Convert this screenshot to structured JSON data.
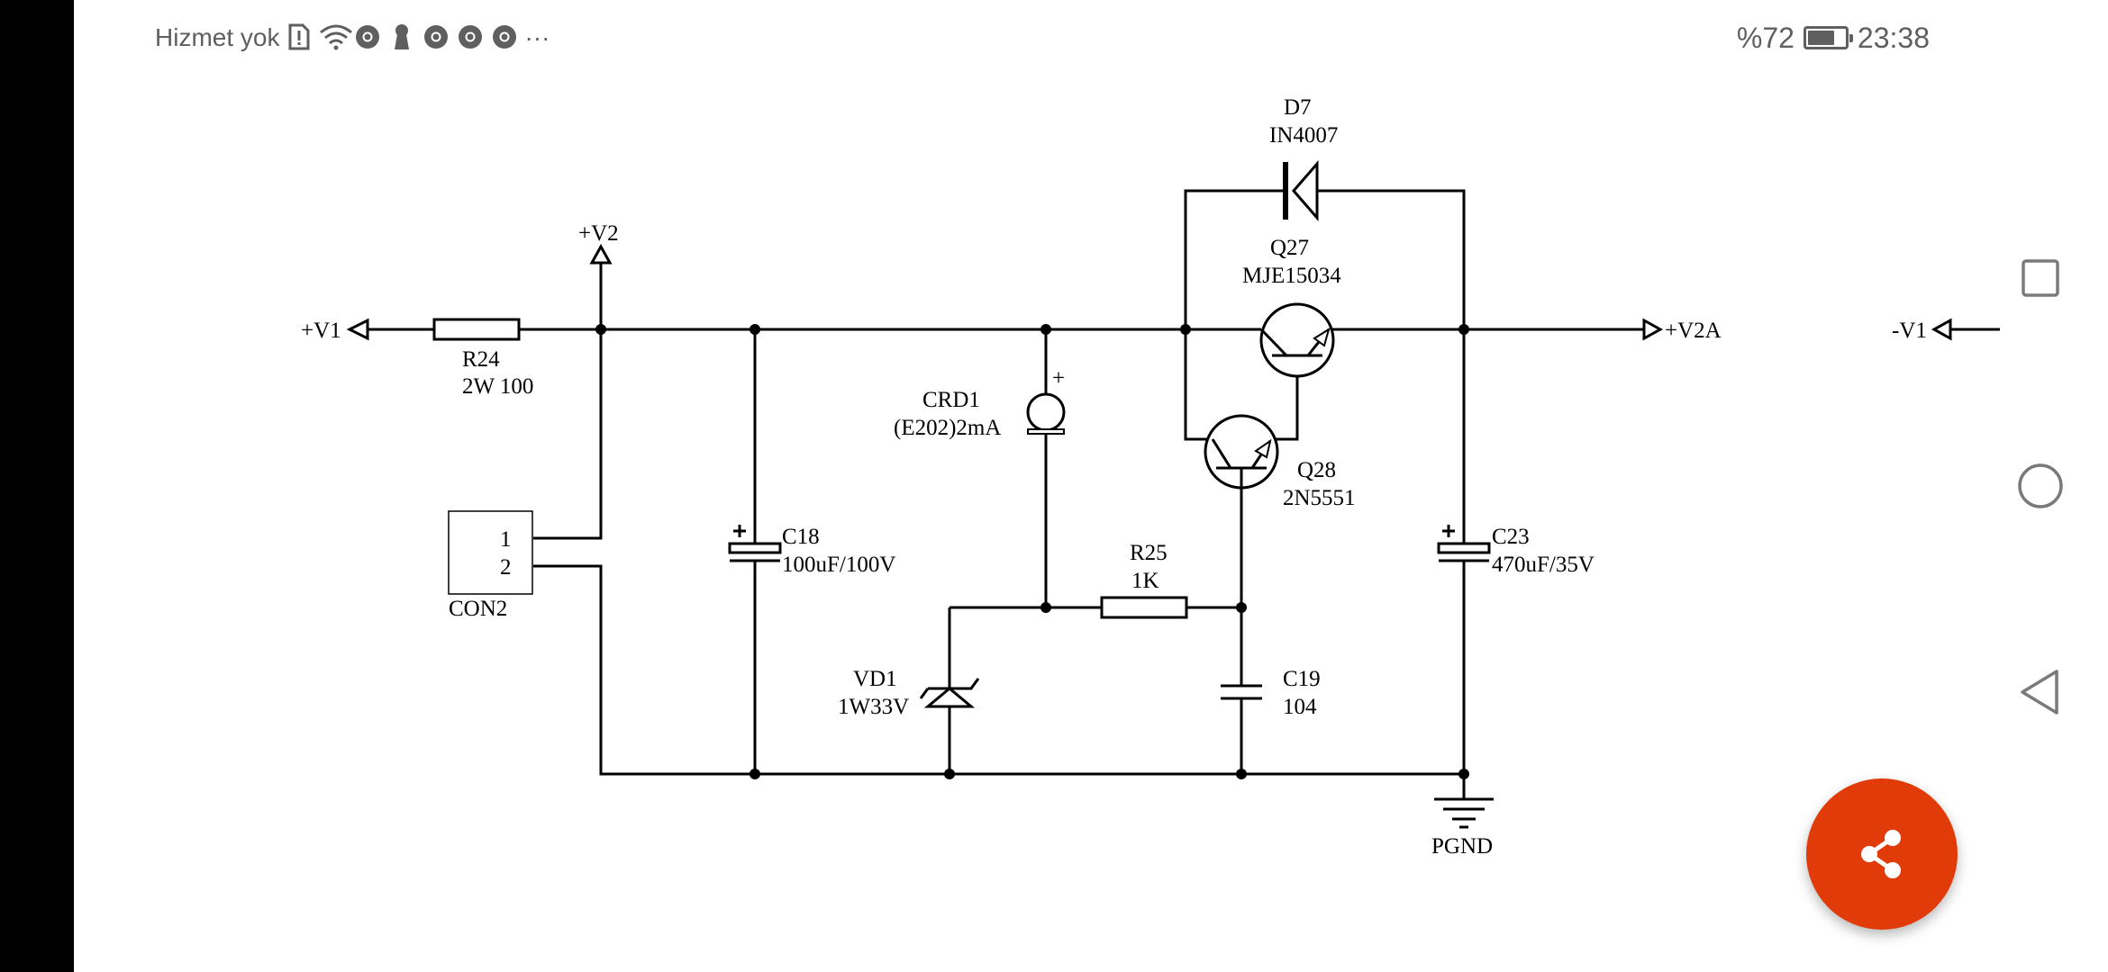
{
  "status_bar": {
    "carrier": "Hizmet yok",
    "more": "···",
    "battery_percent": "%72",
    "battery_level": 0.72,
    "time": "23:38",
    "icons": [
      "sim-alert-icon",
      "wifi-icon",
      "chrome-icon",
      "keyhole-icon",
      "chrome-icon",
      "chrome-icon",
      "chrome-icon"
    ]
  },
  "schematic": {
    "ports": {
      "v1_in": "+V1",
      "v2": "+V2",
      "v2a": "+V2A",
      "neg_v1": "-V1",
      "ground": "PGND"
    },
    "components": {
      "r24": {
        "ref": "R24",
        "value": "2W 100"
      },
      "con2": {
        "ref": "CON2",
        "pin1": "1",
        "pin2": "2"
      },
      "c18": {
        "ref": "C18",
        "value": "100uF/100V"
      },
      "crd1": {
        "ref": "CRD1",
        "value": "(E202)2mA",
        "polarity": "+"
      },
      "d7": {
        "ref": "D7",
        "value": "IN4007"
      },
      "q27": {
        "ref": "Q27",
        "value": "MJE15034"
      },
      "q28": {
        "ref": "Q28",
        "value": "2N5551"
      },
      "r25": {
        "ref": "R25",
        "value": "1K"
      },
      "vd1": {
        "ref": "VD1",
        "value": "1W33V"
      },
      "c19": {
        "ref": "C19",
        "value": "104"
      },
      "c23": {
        "ref": "C23",
        "value": "470uF/35V"
      }
    }
  },
  "colors": {
    "fab": "#e23b0a",
    "status_text": "#5f5f5f",
    "nav_icon": "#7a7a7a"
  }
}
